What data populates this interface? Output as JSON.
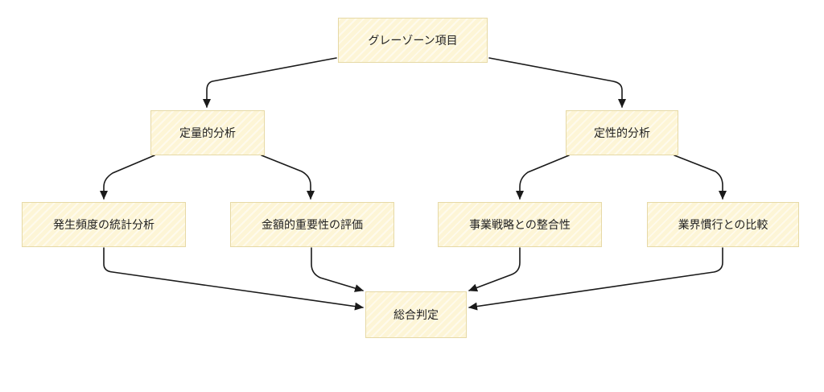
{
  "nodes": {
    "root": "グレーゾーン項目",
    "quantitative": "定量的分析",
    "qualitative": "定性的分析",
    "statistical": "発生頻度の統計分析",
    "amount": "金額的重要性の評価",
    "strategy": "事業戦略との整合性",
    "industry": "業界慣行との比較",
    "final": "総合判定"
  },
  "colors": {
    "node_fill": "#fdf5d6",
    "node_border": "#e6d9a6",
    "edge": "#1a1a1a"
  }
}
